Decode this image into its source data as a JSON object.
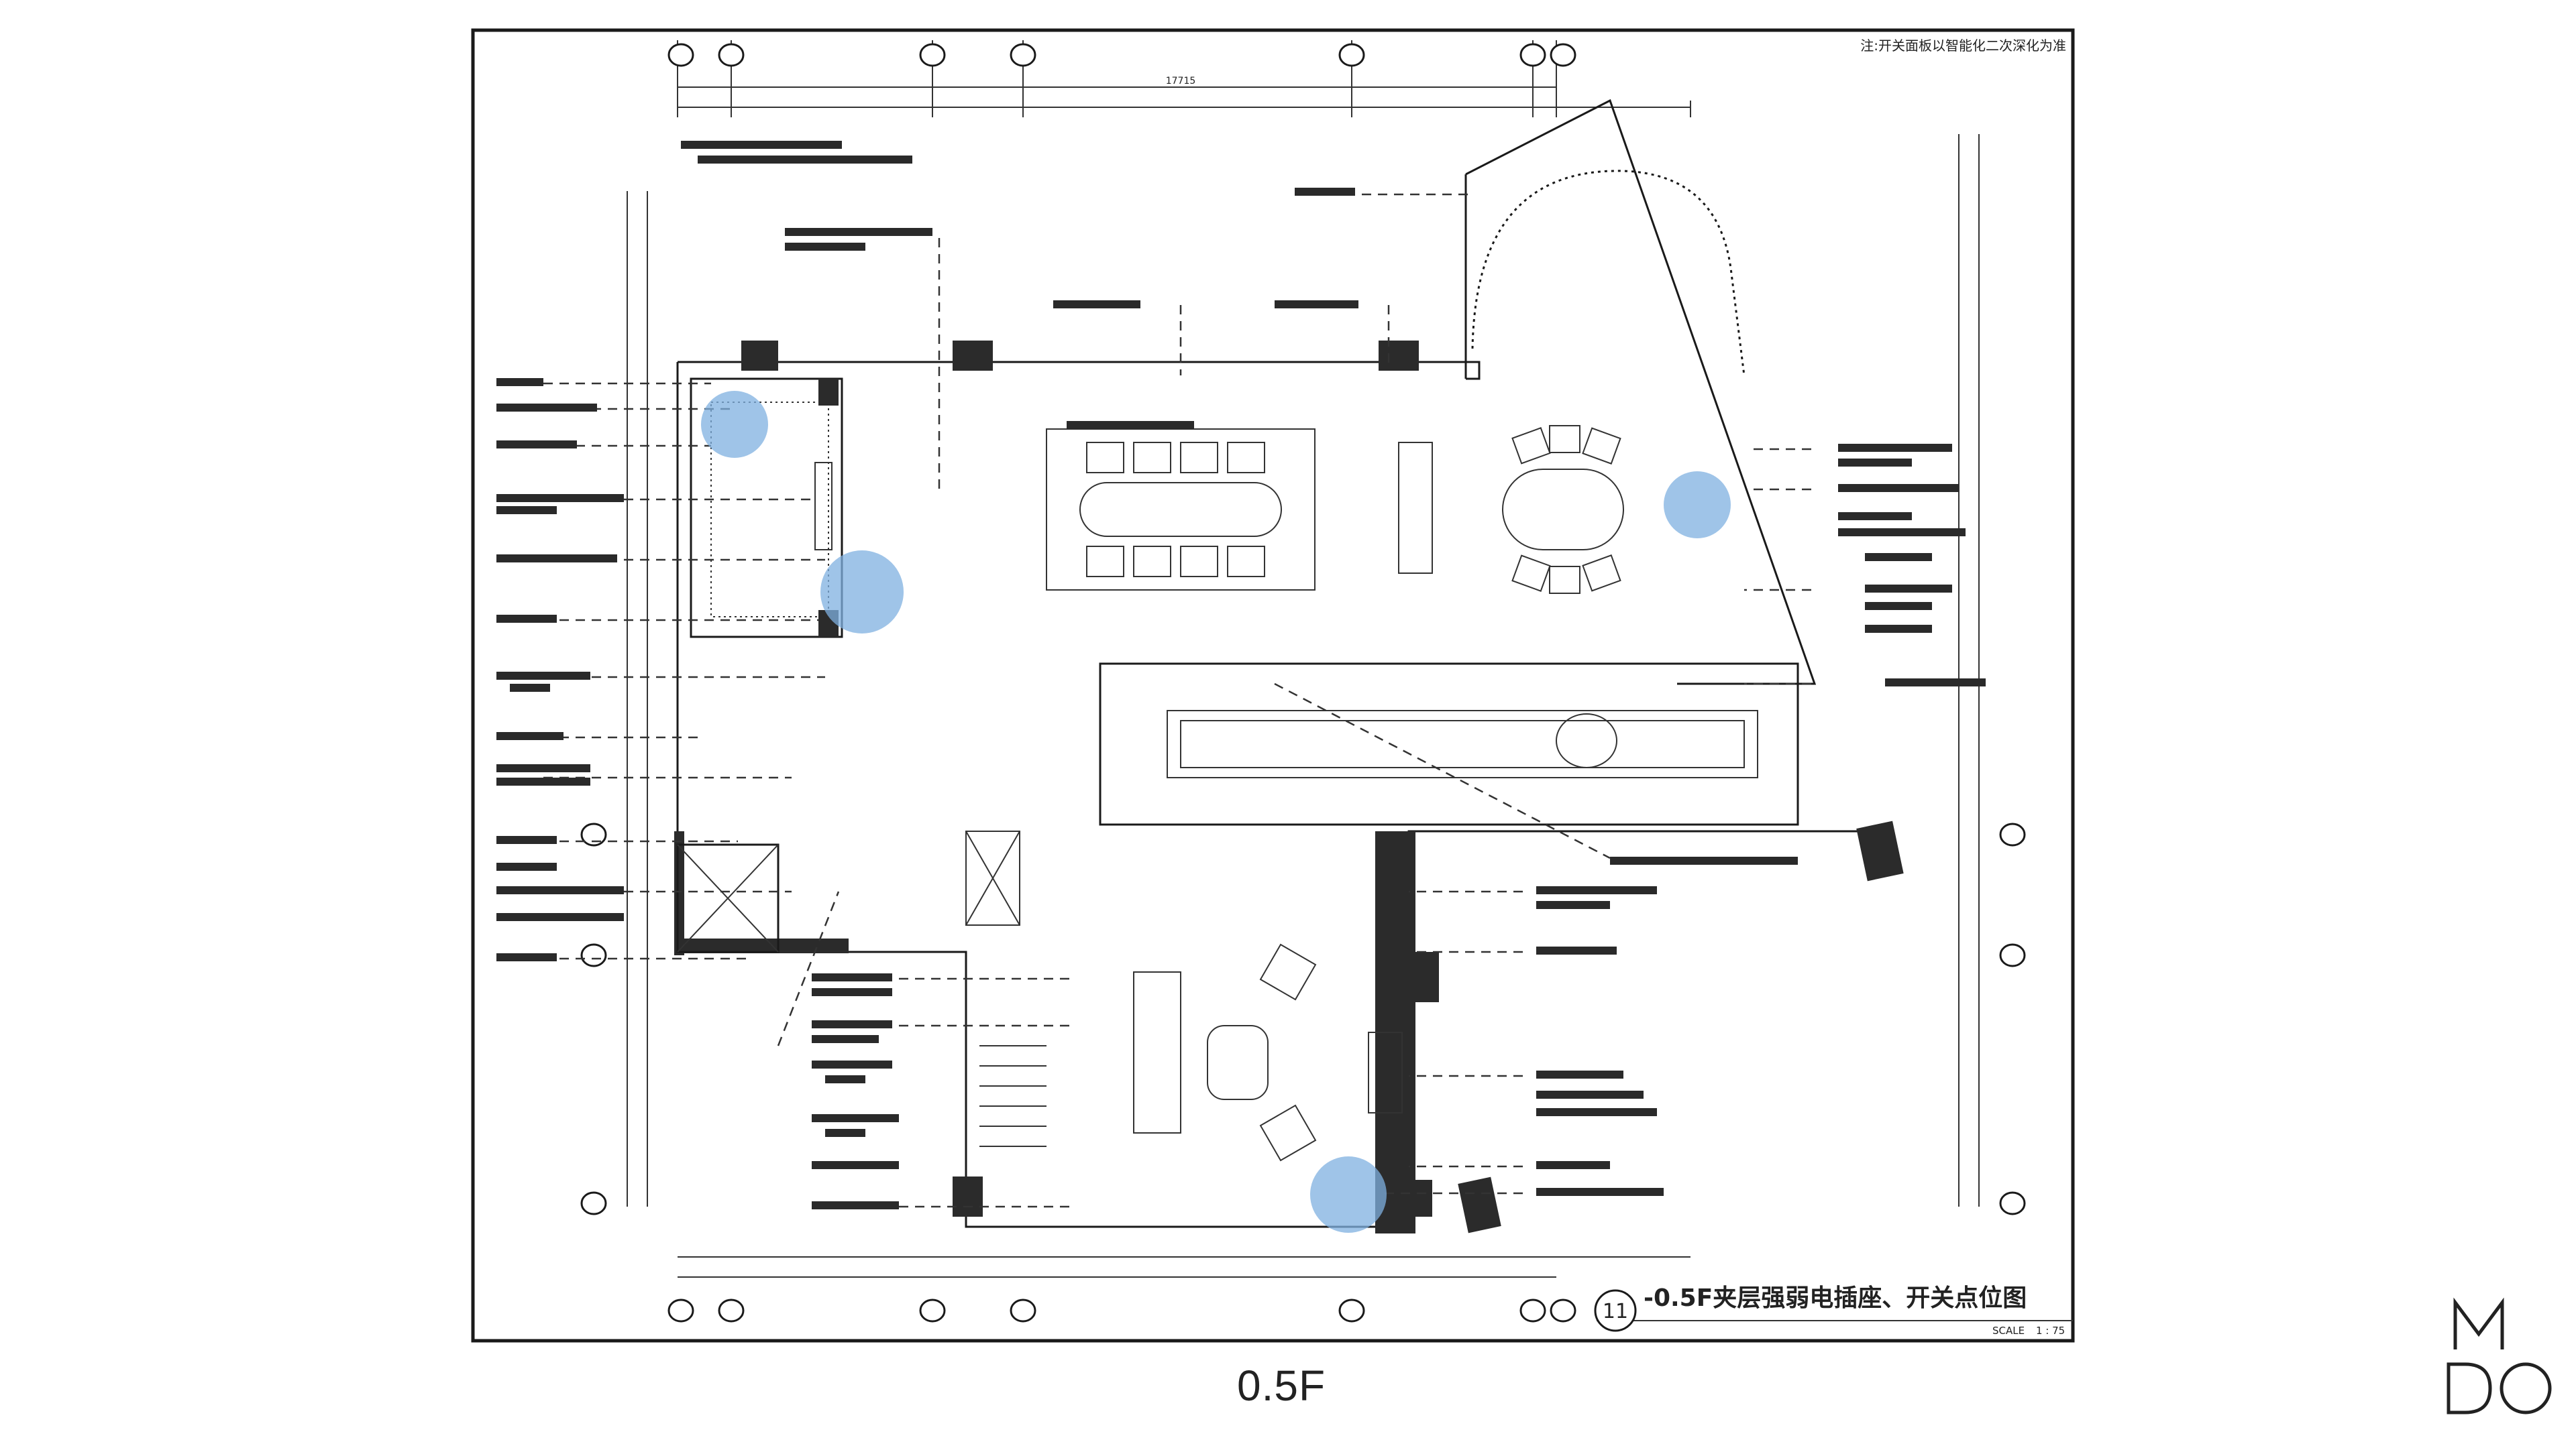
{
  "sheet": {
    "top_note": "注:开关面板以智能化二次深化为准",
    "drawing_title": "-0.5F夹层强弱电插座、开关点位图",
    "drawing_number": "11",
    "scale_label": "SCALE",
    "scale_value": "1 : 75",
    "top_dimension": "17715"
  },
  "page_caption": "0.5F",
  "logo": {
    "line1": "M",
    "line2": "DO"
  },
  "colors": {
    "line": "#1a1a1a",
    "highlight": "#7fb0e0",
    "wall_fill": "#2b2b2b"
  },
  "icons": [
    "grid-axis-bubble-icon",
    "highlight-circle-icon",
    "logo-mark-icon"
  ]
}
